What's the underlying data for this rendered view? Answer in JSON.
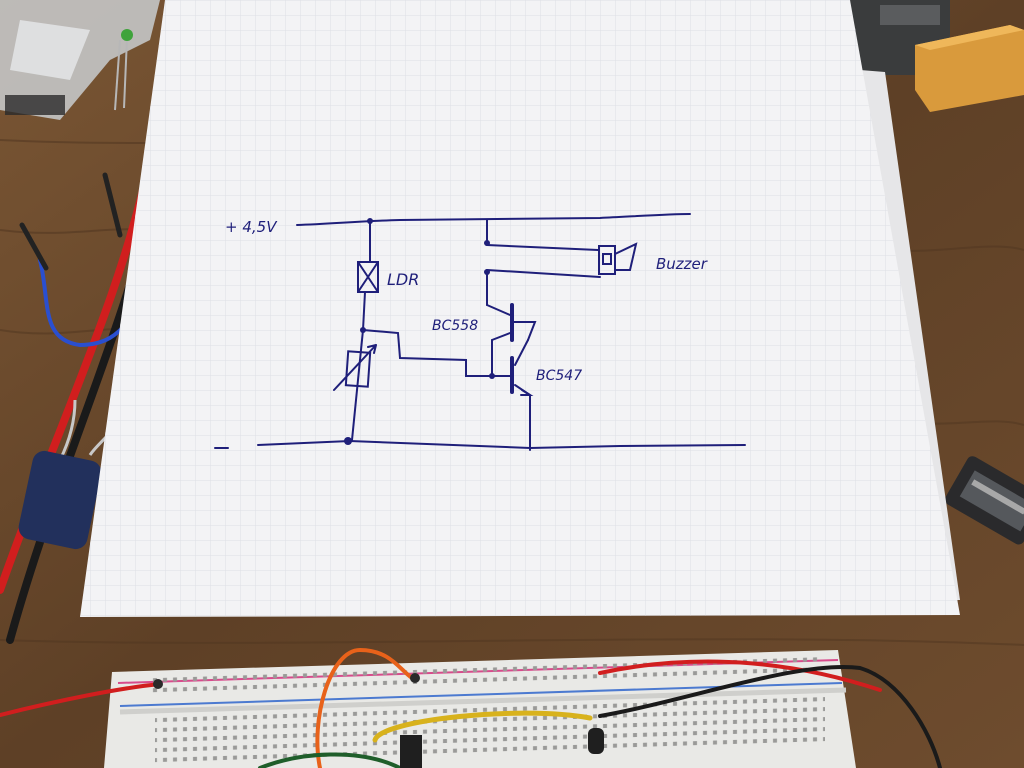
{
  "scene": {
    "description_kind": "photo",
    "colors": {
      "table_wood": "#6b4a2c",
      "paper": "#f3f3f5",
      "grid": "#dcdde3",
      "ink": "#1f1f7a",
      "breadboard": "#e9e9e6",
      "wire_red": "#d11e1e",
      "wire_black": "#1a1a1a",
      "wire_orange": "#e8621a",
      "wire_yellow": "#d8b21c",
      "wire_blue": "#2a4fd0"
    }
  },
  "schematic": {
    "supply_label": "+ 4,5V",
    "ground_label": "−",
    "ldr_label": "LDR",
    "buzzer_label": "Buzzer",
    "q1_label": "BC558",
    "q2_label": "BC547"
  }
}
